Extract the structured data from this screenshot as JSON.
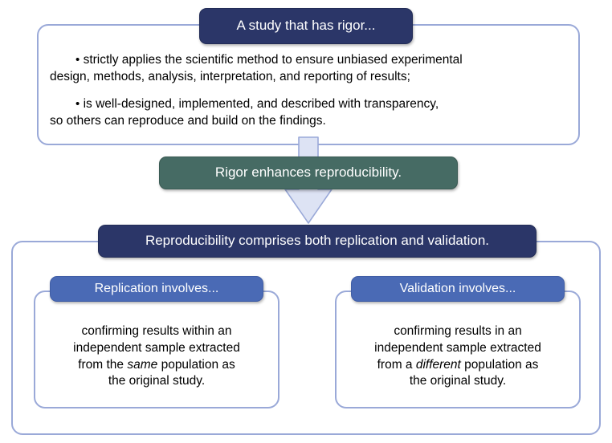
{
  "diagram": {
    "title_box": {
      "label": "A study that has rigor...",
      "color": "#2b3668"
    },
    "bullets": [
      {
        "marker": "•",
        "line1": "strictly applies the scientific method to ensure unbiased experimental",
        "line2": "design, methods, analysis, interpretation, and reporting of results;"
      },
      {
        "marker": "•",
        "line1": "is well-designed, implemented, and described with transparency,",
        "line2": "so others can reproduce and build on the findings."
      }
    ],
    "bridge_box": {
      "label": "Rigor enhances reproducibility.",
      "color": "#466b64"
    },
    "arrow": {
      "name": "down-arrow-icon",
      "fill": "#dde3f4",
      "stroke": "#9aa9d8"
    },
    "repro_header": {
      "label": "Reproducibility comprises both replication and validation.",
      "color": "#2b3668"
    },
    "panels": [
      {
        "header": "Replication involves...",
        "header_color": "#4a6ab5",
        "body_line1": "confirming results within an",
        "body_line2": "independent sample extracted",
        "body_line3_pre": "from the ",
        "body_line3_em": "same",
        "body_line3_post": " population as",
        "body_line4": "the original study."
      },
      {
        "header": "Validation involves...",
        "header_color": "#4a6ab5",
        "body_line1": "confirming results in an",
        "body_line2": "independent sample extracted",
        "body_line3_pre": "from a ",
        "body_line3_em": "different",
        "body_line3_post": " population as",
        "body_line4": "the original study."
      }
    ],
    "frame_border_color": "#9aa9d8"
  }
}
